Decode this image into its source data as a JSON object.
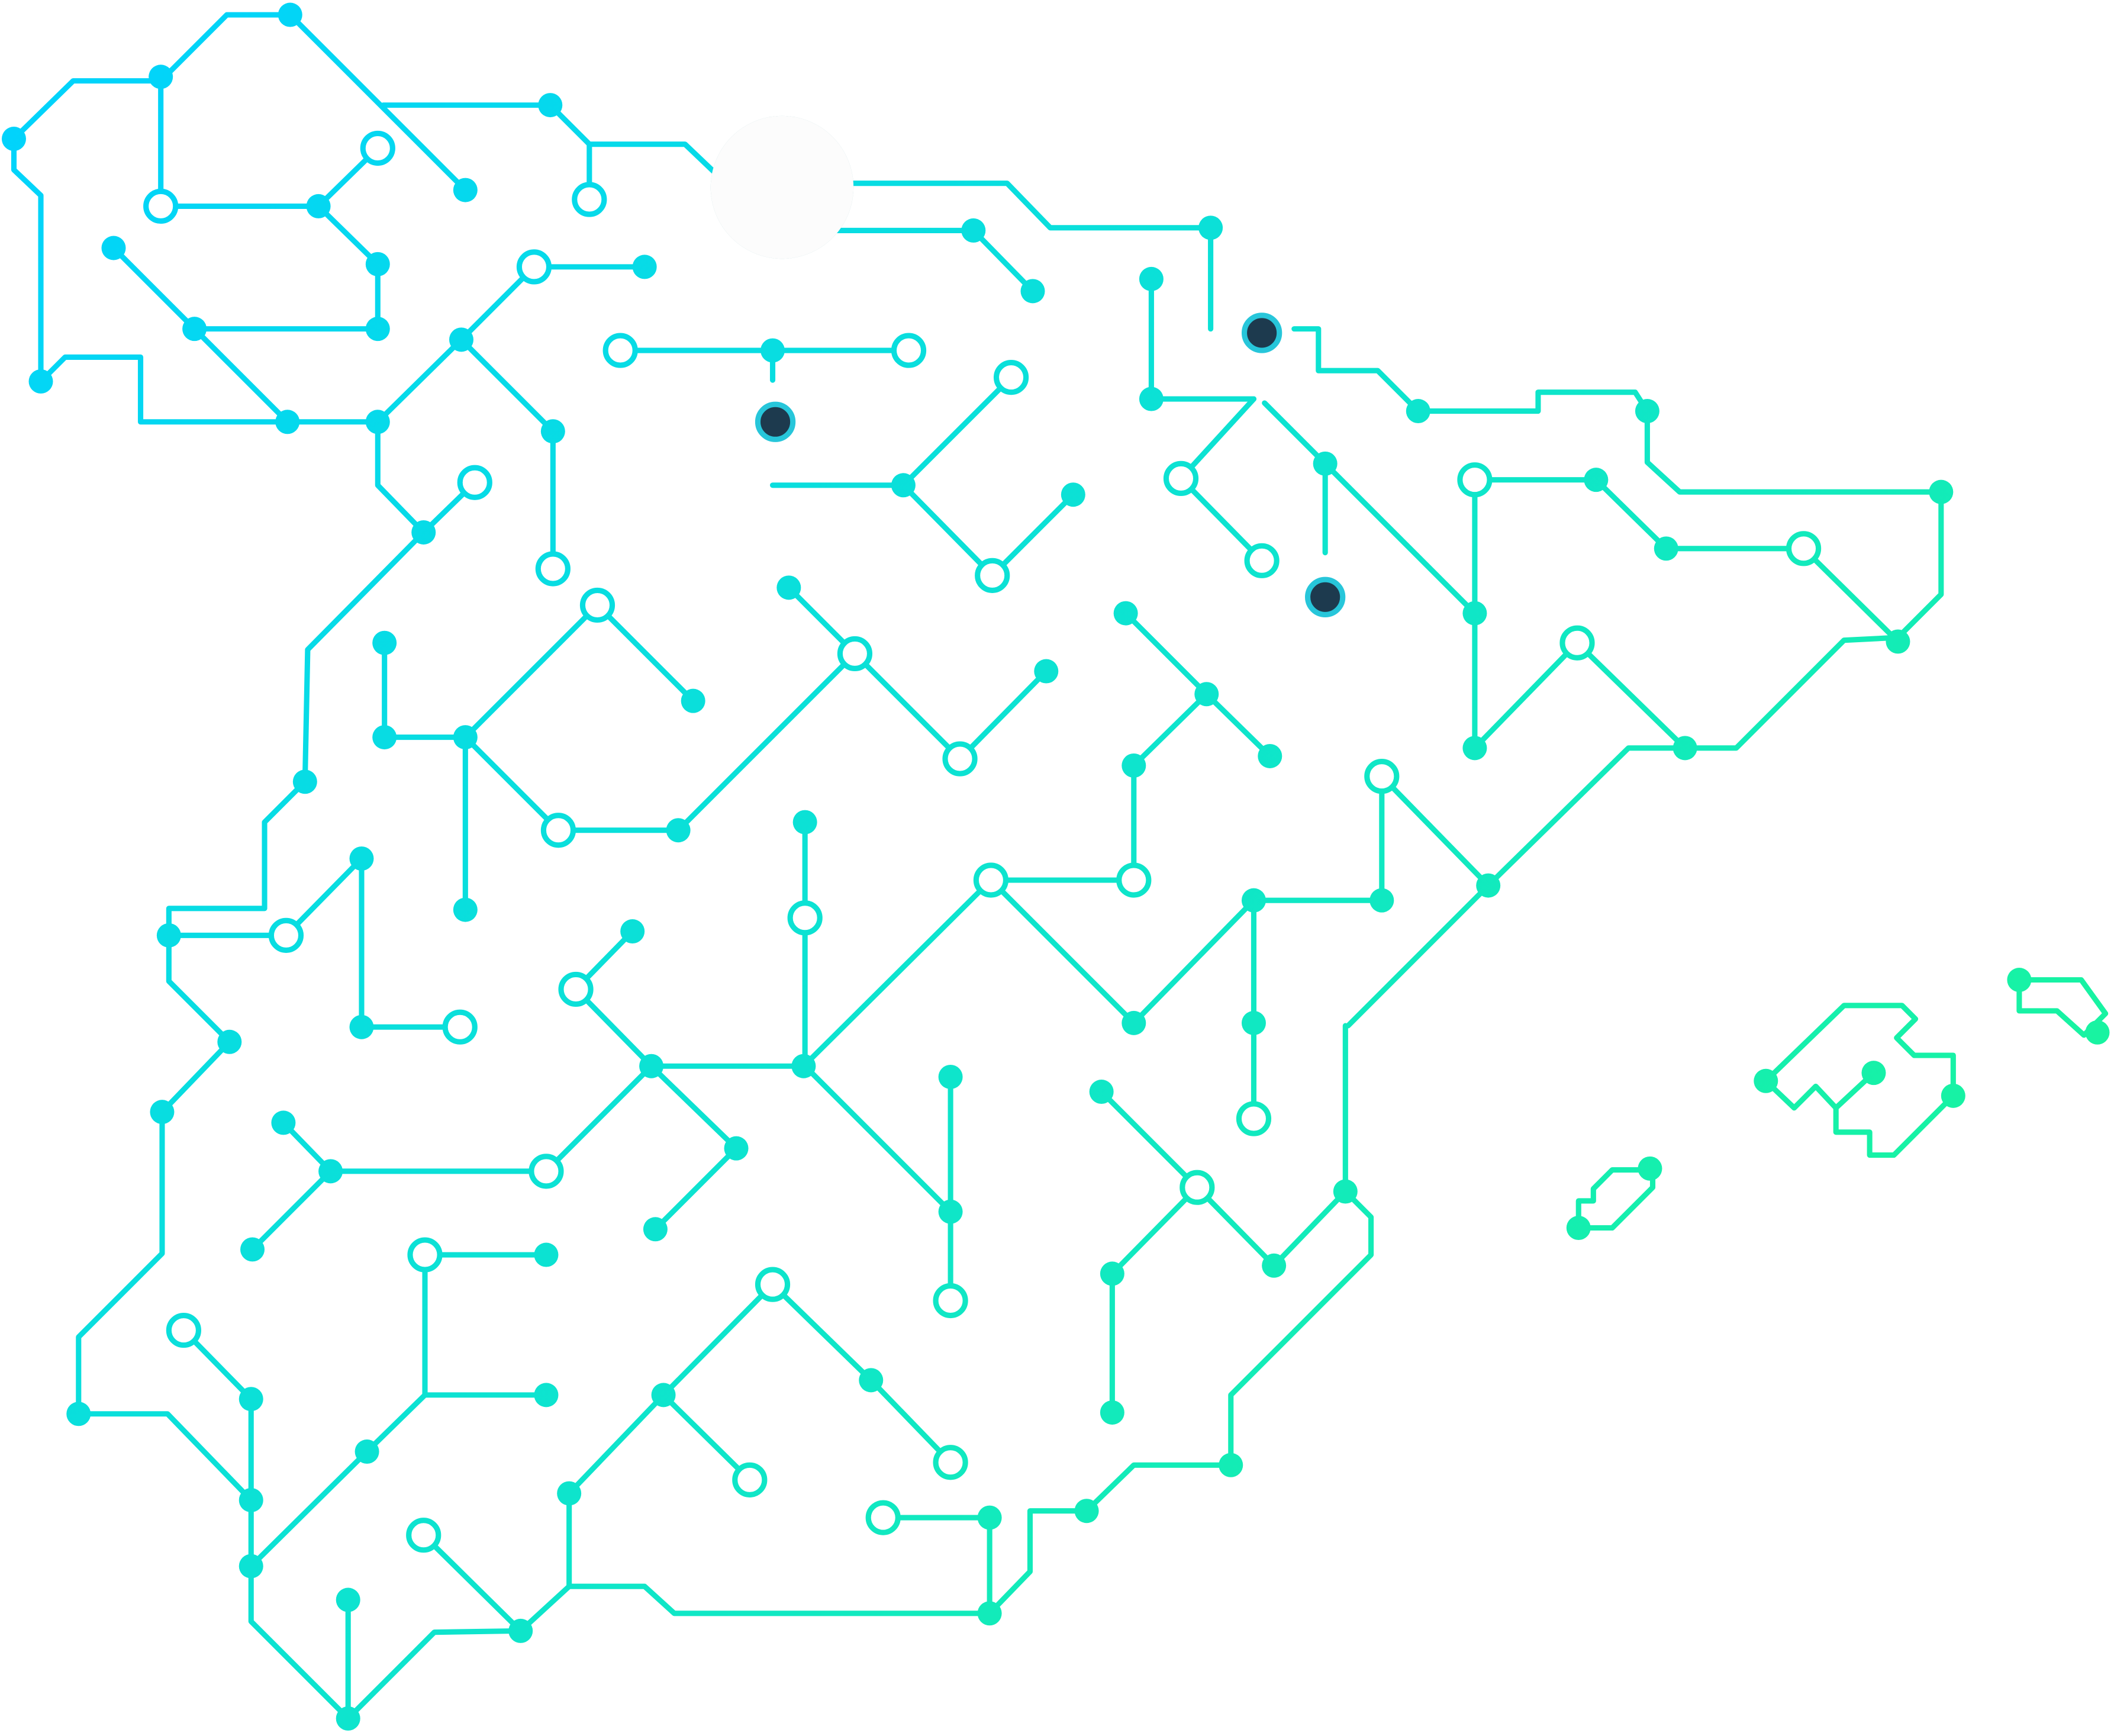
{
  "graphic": {
    "kind": "circuit-style network map",
    "icon": "circuit-network-map-icon",
    "colors": {
      "gradient_start": "#00d2ff",
      "gradient_mid": "#0fe6c8",
      "gradient_end": "#1dfb8a",
      "hub_fill": "#fcfcfc",
      "hub_glow": "#0fa7b0",
      "dark_node": "#1d3a4e",
      "background": "#ffffff"
    },
    "regions": [
      "mainland",
      "island-majorca",
      "island-menorca",
      "island-ibiza"
    ],
    "hub_count": 1
  }
}
